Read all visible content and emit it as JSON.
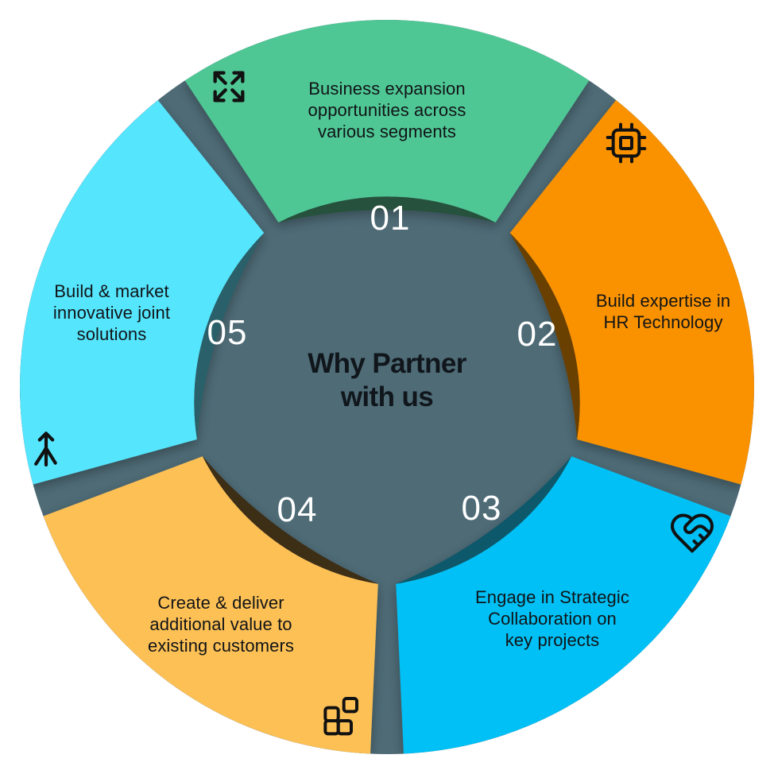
{
  "diagram": {
    "type": "circular-segment-wheel",
    "center_title": "Why Partner\nwith us",
    "background_color": "#4E6B76",
    "segments": [
      {
        "number": "01",
        "text": "Business expansion\nopportunities across\nvarious segments",
        "color": "#50C795",
        "inner_color": "#26513C",
        "icon": "expand-arrows-icon",
        "icon_color": "#111111"
      },
      {
        "number": "02",
        "text": "Build expertise in\nHR Technology",
        "color": "#FA9200",
        "inner_color": "#6B3F05",
        "icon": "cpu-chip-icon",
        "icon_color": "#111111"
      },
      {
        "number": "03",
        "text": "Engage in Strategic\nCollaboration on\nkey projects",
        "color": "#05C0F5",
        "inner_color": "#10596B",
        "icon": "heart-handshake-icon",
        "icon_color": "#111111"
      },
      {
        "number": "04",
        "text": "Create & deliver\nadditional value to\nexisting customers",
        "color": "#FDC055",
        "inner_color": "#3D2E15",
        "icon": "blocks-icon",
        "icon_color": "#111111"
      },
      {
        "number": "05",
        "text": "Build & market\ninnovative joint\nsolutions",
        "color": "#55E5FD",
        "inner_color": "#2A6069",
        "icon": "merge-arrow-icon",
        "icon_color": "#111111"
      }
    ]
  }
}
